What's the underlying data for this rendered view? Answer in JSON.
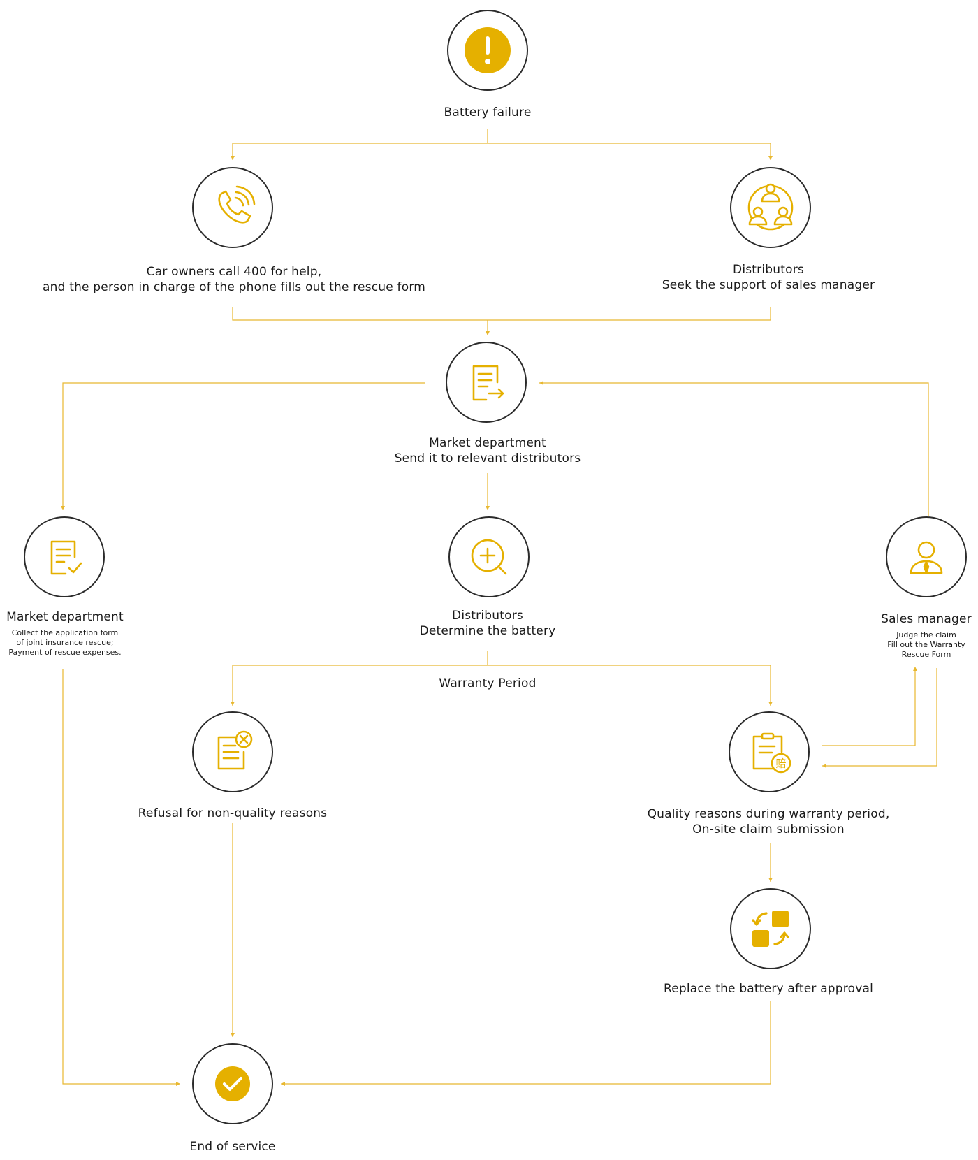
{
  "accent_color": "#e5b000",
  "line_color": "#e8b830",
  "nodes": {
    "battery_failure": {
      "icon": "exclamation-icon",
      "label": "Battery failure"
    },
    "car_owners": {
      "icon": "phone-icon",
      "line1": "Car owners call 400 for help,",
      "line2": "and the person in charge of the phone fills out the rescue form"
    },
    "distributors_support": {
      "icon": "team-icon",
      "line1": "Distributors",
      "line2": "Seek the support of sales manager"
    },
    "market_send": {
      "icon": "document-forward-icon",
      "line1": "Market department",
      "line2": "Send it to relevant distributors"
    },
    "market_collect": {
      "icon": "document-check-icon",
      "title": "Market department",
      "line1": "Collect the application form",
      "line2": "of joint insurance rescue;",
      "line3": "Payment of rescue expenses."
    },
    "distributors_determine": {
      "icon": "magnify-plus-icon",
      "line1": "Distributors",
      "line2": "Determine the battery"
    },
    "sales_manager": {
      "icon": "manager-icon",
      "title": "Sales manager",
      "line1": "Judge the claim",
      "line2": "Fill out the Warranty",
      "line3": "Rescue Form"
    },
    "refusal": {
      "icon": "document-reject-icon",
      "label": "Refusal for non-quality reasons"
    },
    "quality_reasons": {
      "icon": "clipboard-claim-icon",
      "line1": "Quality reasons during warranty period,",
      "line2": "On-site claim submission"
    },
    "replace_battery": {
      "icon": "swap-blocks-icon",
      "label": "Replace the battery after approval"
    },
    "end_service": {
      "icon": "check-icon",
      "label": "End of service"
    }
  },
  "edge_labels": {
    "warranty_period": "Warranty Period"
  },
  "icon_glyphs": {
    "claim_char": "赔"
  }
}
